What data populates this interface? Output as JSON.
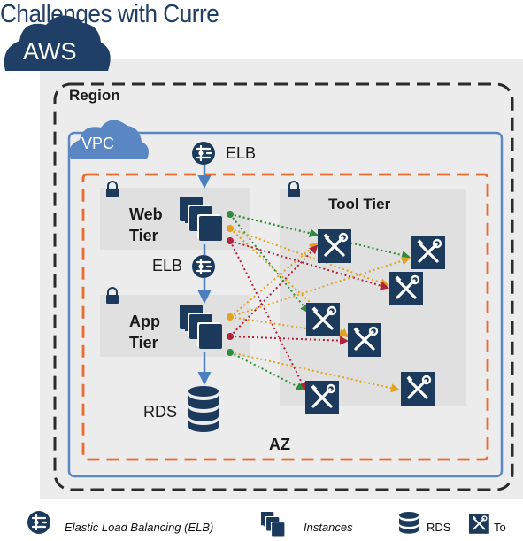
{
  "title": "Challenges with Curre",
  "cloud_label": "AWS",
  "region_label": "Region",
  "vpc_label": "VPC",
  "az_label": "AZ",
  "elb_top_label": "ELB",
  "elb_mid_label": "ELB",
  "web_tier_line1": "Web",
  "web_tier_line2": "Tier",
  "app_tier_line1": "App",
  "app_tier_line2": "Tier",
  "tool_tier_label": "Tool Tier",
  "rds_label": "RDS",
  "legend": {
    "elb": "Elastic Load Balancing (ELB)",
    "instances": "Instances",
    "rds": "RDS",
    "tool": "To"
  },
  "colors": {
    "aws_cloud": "#1f3f66",
    "region_border": "#2b2b2b",
    "vpc_border": "#5a87c4",
    "az_border": "#e96b2f",
    "icon_dark": "#1b3a5c",
    "link_green": "#2e8b3a",
    "link_yellow": "#e0a21f",
    "link_red": "#b0213a",
    "tier_bg": "#e2e2e2"
  }
}
